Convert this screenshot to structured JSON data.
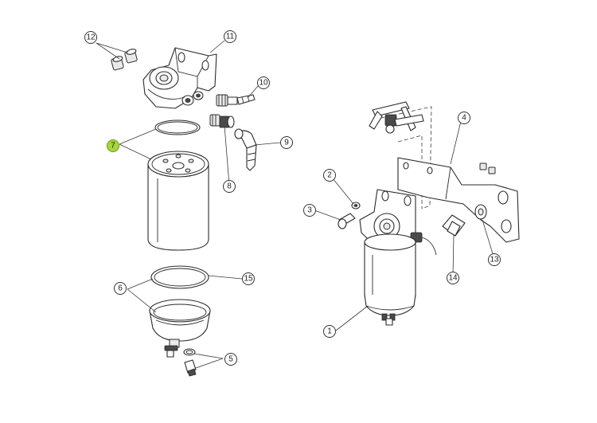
{
  "diagram": {
    "highlight_color": "#a6d63a",
    "callouts": [
      {
        "id": "c1",
        "label": "1",
        "highlighted": false
      },
      {
        "id": "c2",
        "label": "2",
        "highlighted": false
      },
      {
        "id": "c3",
        "label": "3",
        "highlighted": false
      },
      {
        "id": "c4",
        "label": "4",
        "highlighted": false
      },
      {
        "id": "c5",
        "label": "5",
        "highlighted": false
      },
      {
        "id": "c6",
        "label": "6",
        "highlighted": false
      },
      {
        "id": "c7",
        "label": "7",
        "highlighted": true
      },
      {
        "id": "c8",
        "label": "8",
        "highlighted": false
      },
      {
        "id": "c9",
        "label": "9",
        "highlighted": false
      },
      {
        "id": "c10",
        "label": "10",
        "highlighted": false
      },
      {
        "id": "c11",
        "label": "11",
        "highlighted": false
      },
      {
        "id": "c12",
        "label": "12",
        "highlighted": false
      },
      {
        "id": "c13",
        "label": "13",
        "highlighted": false
      },
      {
        "id": "c14",
        "label": "14",
        "highlighted": false
      },
      {
        "id": "c15",
        "label": "15",
        "highlighted": false
      }
    ]
  }
}
